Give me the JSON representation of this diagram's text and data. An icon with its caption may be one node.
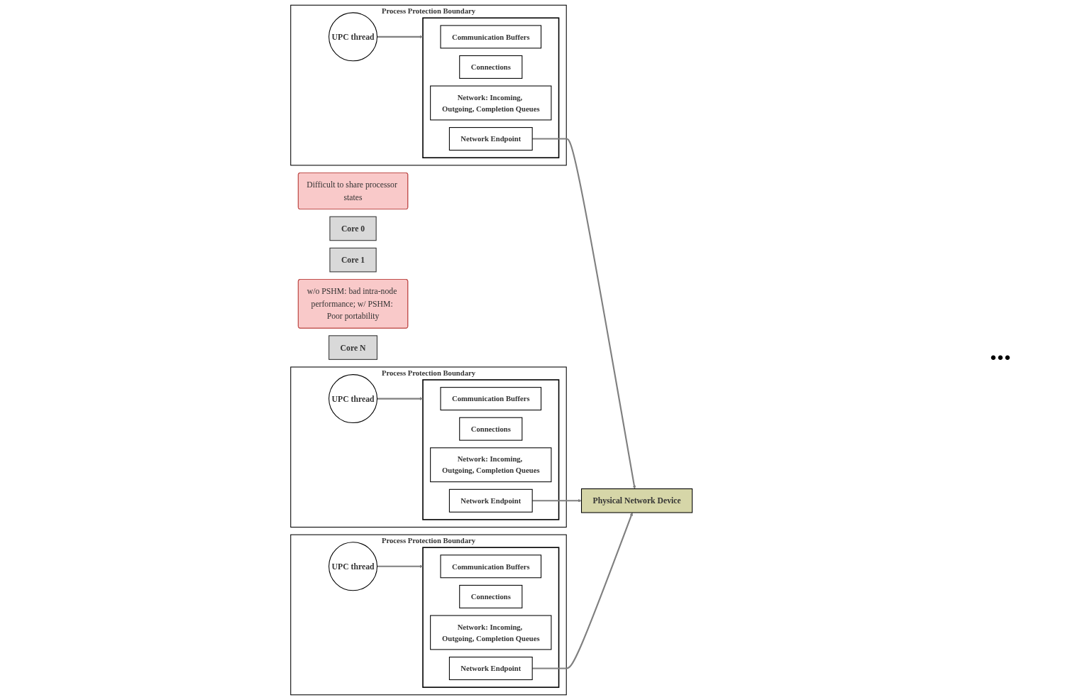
{
  "diagram": {
    "nodes": [
      {
        "text": [
          "Difficult to share processor states"
        ]
      },
      {
        "text": [
          "Core 0"
        ]
      },
      {
        "text": [
          "Process Protection Boundary"
        ]
      },
      {
        "text": [
          "UPC thread"
        ],
        "in": 2
      },
      {
        "text": [],
        "shape": "box",
        "in": 2
      },
      {
        "text": [
          "Communication Buffers"
        ],
        "in": 4
      },
      {
        "text": [
          "Connections"
        ],
        "in": 4
      },
      {
        "text": [
          "Network: Incoming, Outgoing, Completion Queues"
        ],
        "in": 4
      },
      {
        "text": [
          "Network Endpoint"
        ],
        "in": 4
      },
      {
        "text": [
          "Core 1"
        ]
      },
      {
        "text": [
          "Process Protection Boundary"
        ]
      },
      {
        "text": [
          "UPC thread"
        ],
        "in": 10
      },
      {
        "text": [],
        "shape": "box",
        "in": 10
      },
      {
        "text": [
          "Communication Buffers"
        ],
        "in": 12
      },
      {
        "text": [
          "Connections"
        ],
        "in": 12
      },
      {
        "text": [
          "Network: Incoming, Outgoing, Completion Queues"
        ],
        "in": 12
      },
      {
        "text": [
          "Network Endpoint"
        ],
        "in": 12
      },
      {
        "text": [
          "w/o PSHM: bad intra-node performance; w/ PSHM: Poor portability"
        ]
      },
      {
        "text": [
          "Core N"
        ]
      },
      {
        "text": [
          "Process Protection Boundary"
        ]
      },
      {
        "text": [
          "UPC thread"
        ],
        "in": 19
      },
      {
        "text": [],
        "shape": "box",
        "in": 19
      },
      {
        "text": [
          "Communication Buffers"
        ],
        "in": 21
      },
      {
        "text": [
          "Connections"
        ],
        "in": 21
      },
      {
        "text": [
          "Network: Incoming, Outgoing, Completion Queues"
        ],
        "in": 21
      },
      {
        "text": [
          "Network Endpoint"
        ],
        "in": 21
      },
      {
        "text": [
          "Physical Network Device"
        ]
      }
    ],
    "edges": [
      {
        "from": 3,
        "to": 4,
        "arrow": "to"
      },
      {
        "from": 11,
        "to": 12,
        "arrow": "to"
      },
      {
        "from": 20,
        "to": 21,
        "arrow": "to"
      },
      {
        "from": 8,
        "to": 26,
        "arrow": "to"
      },
      {
        "from": 16,
        "to": 26,
        "arrow": "to"
      },
      {
        "from": 25,
        "to": 26,
        "arrow": "to"
      }
    ],
    "labels": [
      "..."
    ]
  }
}
